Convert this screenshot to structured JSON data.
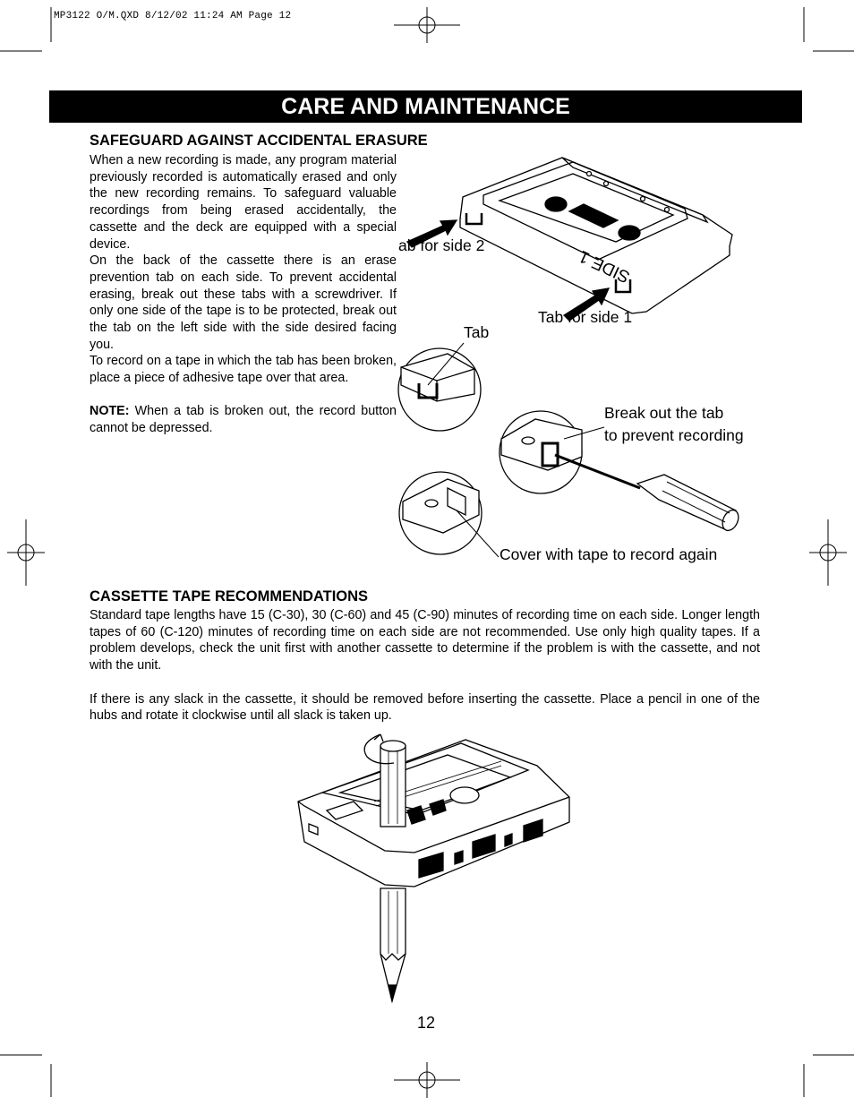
{
  "print_header": "MP3122 O/M.QXD  8/12/02  11:24 AM  Page 12",
  "page_title": "CARE AND MAINTENANCE",
  "section1": {
    "title": "SAFEGUARD AGAINST ACCIDENTAL ERASURE",
    "para1": "When a new recording is made, any program material previously recorded is automatically erased and only the new recording remains. To safeguard valuable recordings from being erased accidentally, the cassette and the deck are equipped with a special device.",
    "para2": "On the back of the cassette there is an erase prevention tab on each side. To prevent accidental erasing, break out these tabs with a screwdriver. If only one side of the tape is to be protected, break out the tab on the left side with the side desired facing you.",
    "para3": "To record on a tape in which the tab has been broken, place a piece of adhesive tape over that area.",
    "note_label": "NOTE:",
    "note_text": " When a tab is broken out, the record button cannot be depressed."
  },
  "figure1": {
    "tab_side2": "ab for side 2",
    "side_label": "SIDE 1",
    "tab_side1": "Tab for side 1",
    "tab": "Tab",
    "break_line1": "Break out the tab",
    "break_line2": "to prevent recording",
    "cover": "Cover with tape to record again"
  },
  "section2": {
    "title": "CASSETTE TAPE RECOMMENDATIONS",
    "para1": "Standard tape lengths have 15 (C-30), 30 (C-60) and 45 (C-90) minutes of recording time on each side. Longer length tapes of 60 (C-120) minutes of recording time on each side are not recommended. Use only high quality tapes. If a problem develops, check the unit first with another cassette to determine if the problem is with the cassette, and not with the unit.",
    "para2": "If there is any slack in the cassette, it should be removed before inserting the cassette. Place a pencil in one of the hubs and rotate it clockwise until all slack is taken up."
  },
  "page_number": "12"
}
